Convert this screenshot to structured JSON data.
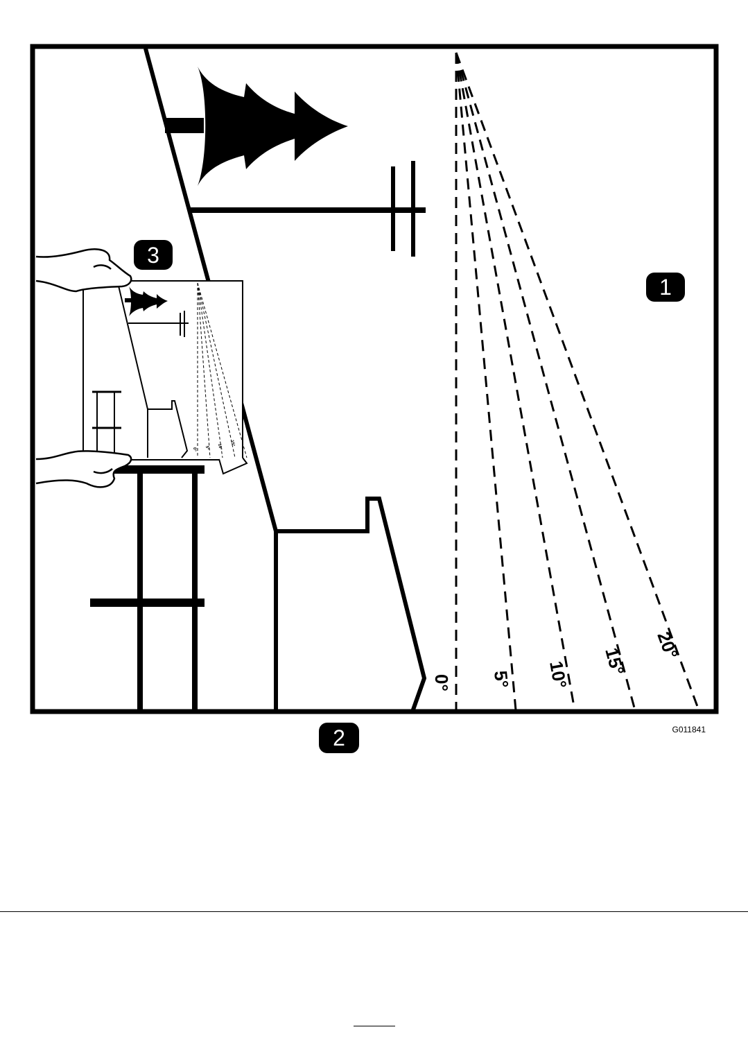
{
  "figure": {
    "code": "G011841",
    "callouts": [
      {
        "label": "1"
      },
      {
        "label": "2"
      },
      {
        "label": "3"
      }
    ]
  },
  "slope_guide": {
    "angles": [
      "0°",
      "5°",
      "10°",
      "15°",
      "20°"
    ]
  },
  "colors": {
    "ink": "#000000",
    "paper": "#ffffff"
  },
  "icons": [
    "tree-icon",
    "utility-pole-icon",
    "hand-icon"
  ]
}
